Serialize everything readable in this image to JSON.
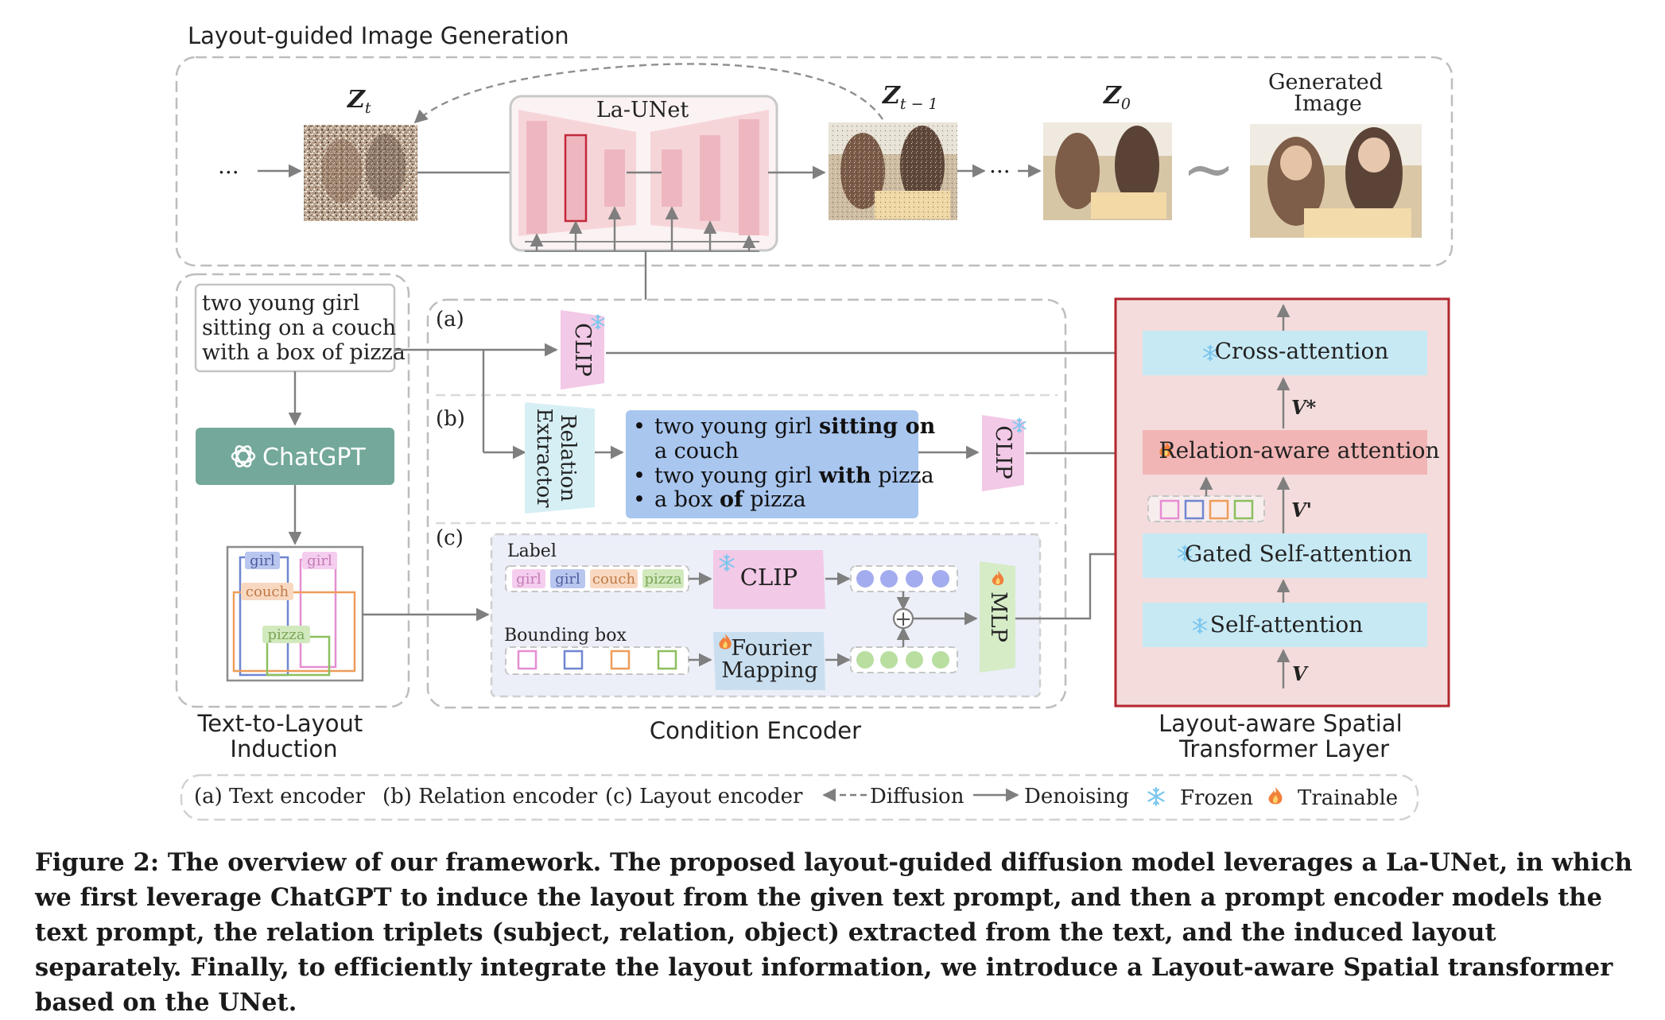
{
  "top": {
    "section_title": "Layout-guided Image Generation",
    "left_ellipsis": "...",
    "zt_label": "Z",
    "zt_sub": "t",
    "la_unet_label": "La-UNet",
    "zt1_label": "Z",
    "zt1_sub": "t − 1",
    "mid_ellipsis": "...",
    "z0_label": "Z",
    "z0_sub": "0",
    "tilde": "~",
    "generated_line1": "Generated",
    "generated_line2": "Image"
  },
  "text_to_layout": {
    "prompt_lines": [
      "two young girl",
      "sitting on a couch",
      "with a box of pizza"
    ],
    "chatgpt_label": "ChatGPT",
    "layout_labels": [
      "girl",
      "girl",
      "couch",
      "pizza"
    ],
    "section_line1": "Text-to-Layout",
    "section_line2": "Induction"
  },
  "condition_encoder": {
    "tag_a": "(a)",
    "tag_b": "(b)",
    "tag_c": "(c)",
    "clip_label": "CLIP",
    "relation_extractor_line1": "Relation",
    "relation_extractor_line2": "Extractor",
    "relations": [
      {
        "pre": "two young girl  ",
        "rel": "sitting on",
        "post": ""
      },
      {
        "pre": "a couch",
        "rel": "",
        "post": ""
      },
      {
        "pre": "two young girl ",
        "rel": "with",
        "post": " pizza"
      },
      {
        "pre": "a box ",
        "rel": "of",
        "post": " pizza"
      }
    ],
    "label_title": "Label",
    "label_chips": [
      "girl",
      "girl",
      "couch",
      "pizza"
    ],
    "bbox_title": "Bounding box",
    "fourier_line1": "Fourier",
    "fourier_line2": "Mapping",
    "mlp_label": "MLP",
    "plus": "+",
    "section_title": "Condition Encoder"
  },
  "spatial_transformer": {
    "cross_attention": "Cross-attention",
    "v_star": "V*",
    "relation_attention": "Relation-aware attention",
    "v_prime": "V'",
    "gated_self_attention": "Gated Self-attention",
    "self_attention": "Self-attention",
    "v": "V",
    "section_line1": "Layout-aware Spatial",
    "section_line2": "Transformer Layer"
  },
  "legend": {
    "text_encoder": "(a) Text encoder",
    "relation_encoder": "(b) Relation encoder",
    "layout_encoder": "(c) Layout encoder",
    "diffusion": "Diffusion",
    "denoising": "Denoising",
    "frozen": "Frozen",
    "trainable": "Trainable"
  },
  "caption": "Figure 2: The overview of our framework. The proposed layout-guided diffusion model leverages a La-UNet, in which we first leverage ChatGPT to induce the layout from the given text prompt, and then a prompt encoder models the text prompt, the relation triplets (subject, relation, object) extracted from the text, and the induced layout separately. Finally, to efficiently integrate the layout information, we introduce a Layout-aware Spatial transformer based on the UNet.",
  "colors": {
    "clip_pink": "#f2c9e6",
    "chatgpt_teal": "#73a89a",
    "relation_blue": "#a9c6ef",
    "attention_cyan": "#c7e9f4",
    "relation_attn_red": "#f2b5b5",
    "transformer_bg": "#f4dcdc",
    "transformer_border": "#b3262e",
    "unet_pink": "#f2c3c8",
    "mlp_green": "#d5ecc7",
    "label_blue_dot": "#a3acef",
    "bbox_green_dot": "#b8dea0"
  },
  "icons": [
    "snowflake-icon",
    "flame-icon",
    "openai-logo-icon"
  ]
}
